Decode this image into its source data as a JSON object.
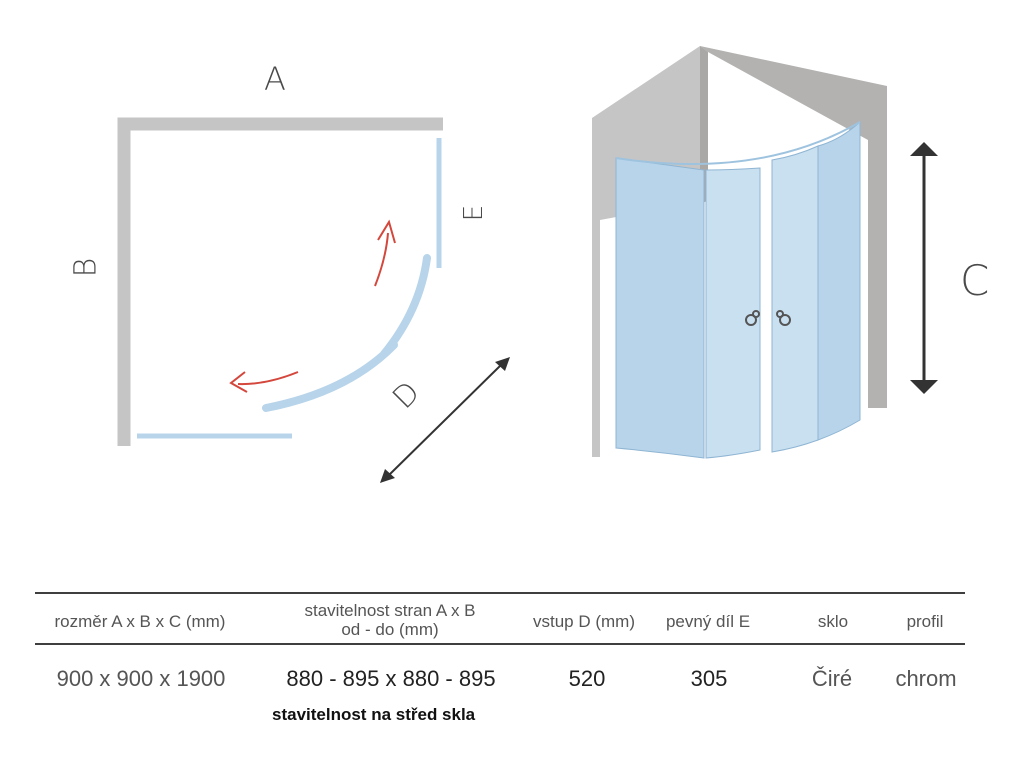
{
  "plan_labels": {
    "a": "A",
    "b": "B",
    "e": "E",
    "d": "D"
  },
  "view_labels": {
    "c": "C"
  },
  "colors": {
    "wall": "#c6c5c5",
    "wall_dark": "#b3b2b1",
    "glass": "#b7d4ea",
    "glass_light": "#c9e0f1",
    "glass_edge": "#8fb5d3",
    "arrow_red": "#d4473c",
    "dim_arrow": "#333333"
  },
  "icons": [
    "direction-arrow-icon",
    "dimension-arrow-icon",
    "door-handle-icon"
  ],
  "spec_table": {
    "headers": {
      "rozmer": "rozměr A x B x C (mm)",
      "stav_line1": "stavitelnost stran A x B",
      "stav_line2": "od - do (mm)",
      "vstup": "vstup D (mm)",
      "pevny": "pevný díl E",
      "sklo": "sklo",
      "profil": "profil"
    },
    "row": {
      "rozmer": "900 x 900 x 1900",
      "stav": "880 - 895 x 880 - 895",
      "vstup": "520",
      "pevny": "305",
      "sklo": "Čiré",
      "profil": "chrom"
    }
  },
  "note": "stavitelnost na střed skla"
}
